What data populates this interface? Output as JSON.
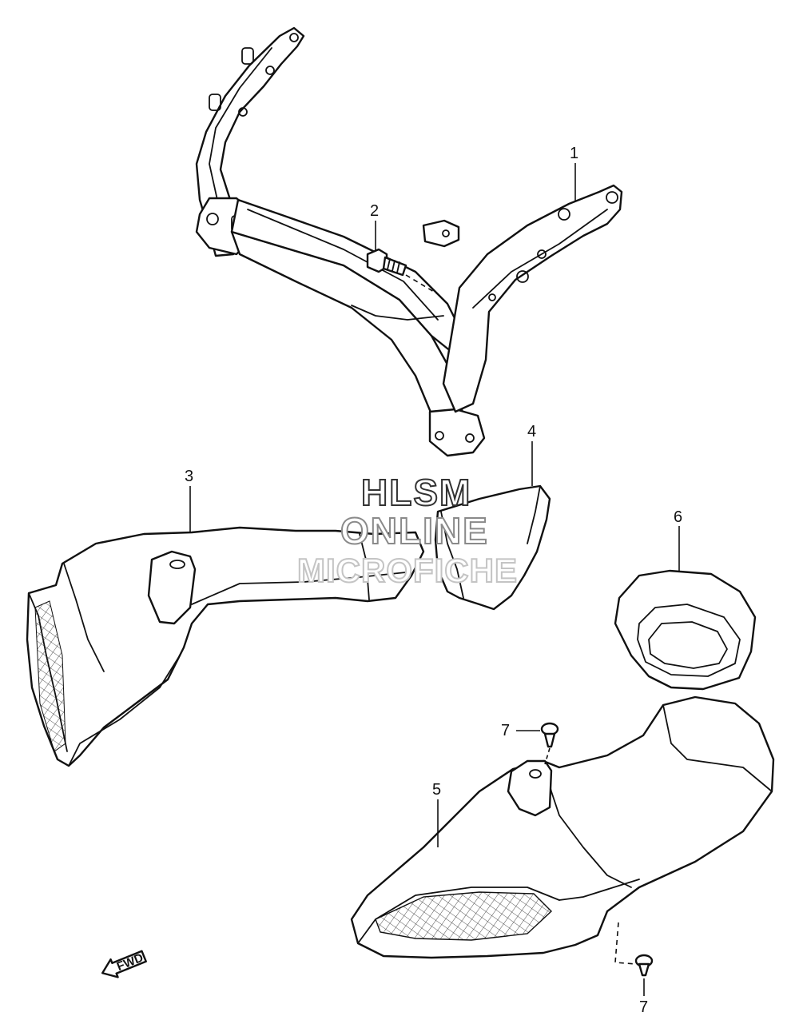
{
  "callouts": {
    "c1": "1",
    "c2": "2",
    "c3": "3",
    "c4": "4",
    "c5": "5",
    "c6": "6",
    "c7a": "7",
    "c7b": "7"
  },
  "watermark": {
    "line1": "HLSM",
    "line2": "ONLINE",
    "line3": "MICROFICHE"
  },
  "direction_marker": {
    "label": "FWD",
    "icon": "arrow-left-icon"
  },
  "colors": {
    "line": "#111111",
    "background": "#ffffff"
  }
}
